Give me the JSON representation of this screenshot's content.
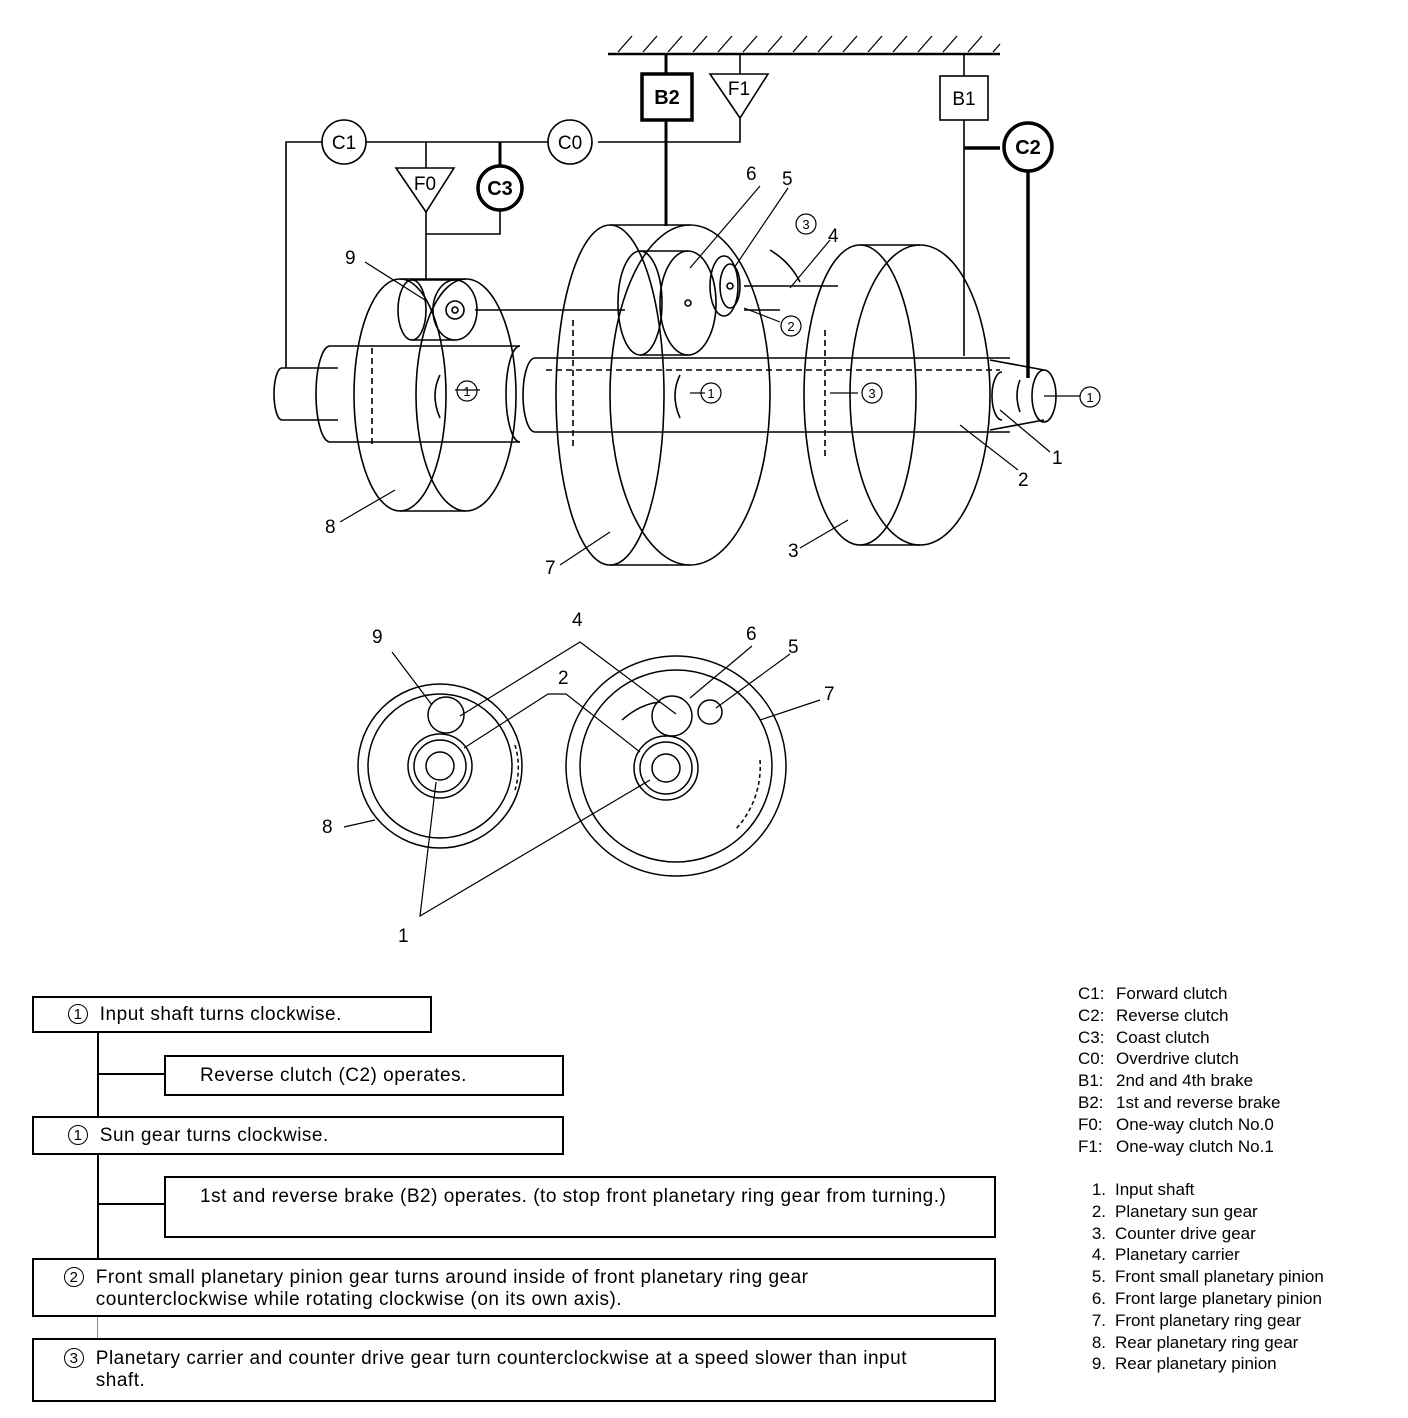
{
  "top_diagram": {
    "components": {
      "b2": "B2",
      "f1": "F1",
      "b1": "B1",
      "c2": "C2",
      "c1": "C1",
      "c0": "C0",
      "f0": "F0",
      "c3": "C3"
    },
    "part_numbers": [
      "1",
      "2",
      "3",
      "4",
      "5",
      "6",
      "7",
      "8",
      "9"
    ],
    "flow_markers": {
      "one": "1",
      "three": "3",
      "two": "2"
    }
  },
  "bottom_diagram": {
    "part_numbers": [
      "9",
      "4",
      "6",
      "5",
      "2",
      "7",
      "8",
      "1"
    ]
  },
  "flow_steps": [
    {
      "marker": "1",
      "text": "Input shaft turns clockwise."
    },
    {
      "marker": "",
      "text": "Reverse clutch (C2) operates."
    },
    {
      "marker": "1",
      "text": "Sun gear turns clockwise."
    },
    {
      "marker": "",
      "text": "1st and reverse brake (B2) operates. (to stop front planetary ring gear from turning.)"
    },
    {
      "marker": "2",
      "text": "Front small planetary pinion gear turns around inside of front planetary ring gear counterclockwise while rotating clockwise (on its own axis)."
    },
    {
      "marker": "3",
      "text": "Planetary carrier and counter drive gear turn counterclockwise at a speed slower than input shaft."
    }
  ],
  "legend_abbrev": [
    {
      "key": "C1:",
      "label": "Forward clutch"
    },
    {
      "key": "C2:",
      "label": "Reverse clutch"
    },
    {
      "key": "C3:",
      "label": "Coast clutch"
    },
    {
      "key": "C0:",
      "label": "Overdrive clutch"
    },
    {
      "key": "B1:",
      "label": "2nd and 4th brake"
    },
    {
      "key": "B2:",
      "label": "1st and reverse brake"
    },
    {
      "key": "F0:",
      "label": "One-way clutch No.0"
    },
    {
      "key": "F1:",
      "label": "One-way clutch No.1"
    }
  ],
  "legend_parts": [
    {
      "key": "1.",
      "label": "Input shaft"
    },
    {
      "key": "2.",
      "label": "Planetary sun gear"
    },
    {
      "key": "3.",
      "label": "Counter drive gear"
    },
    {
      "key": "4.",
      "label": "Planetary carrier"
    },
    {
      "key": "5.",
      "label": "Front small planetary pinion"
    },
    {
      "key": "6.",
      "label": "Front large planetary pinion"
    },
    {
      "key": "7.",
      "label": "Front planetary ring gear"
    },
    {
      "key": "8.",
      "label": "Rear planetary ring gear"
    },
    {
      "key": "9.",
      "label": "Rear planetary pinion"
    }
  ]
}
